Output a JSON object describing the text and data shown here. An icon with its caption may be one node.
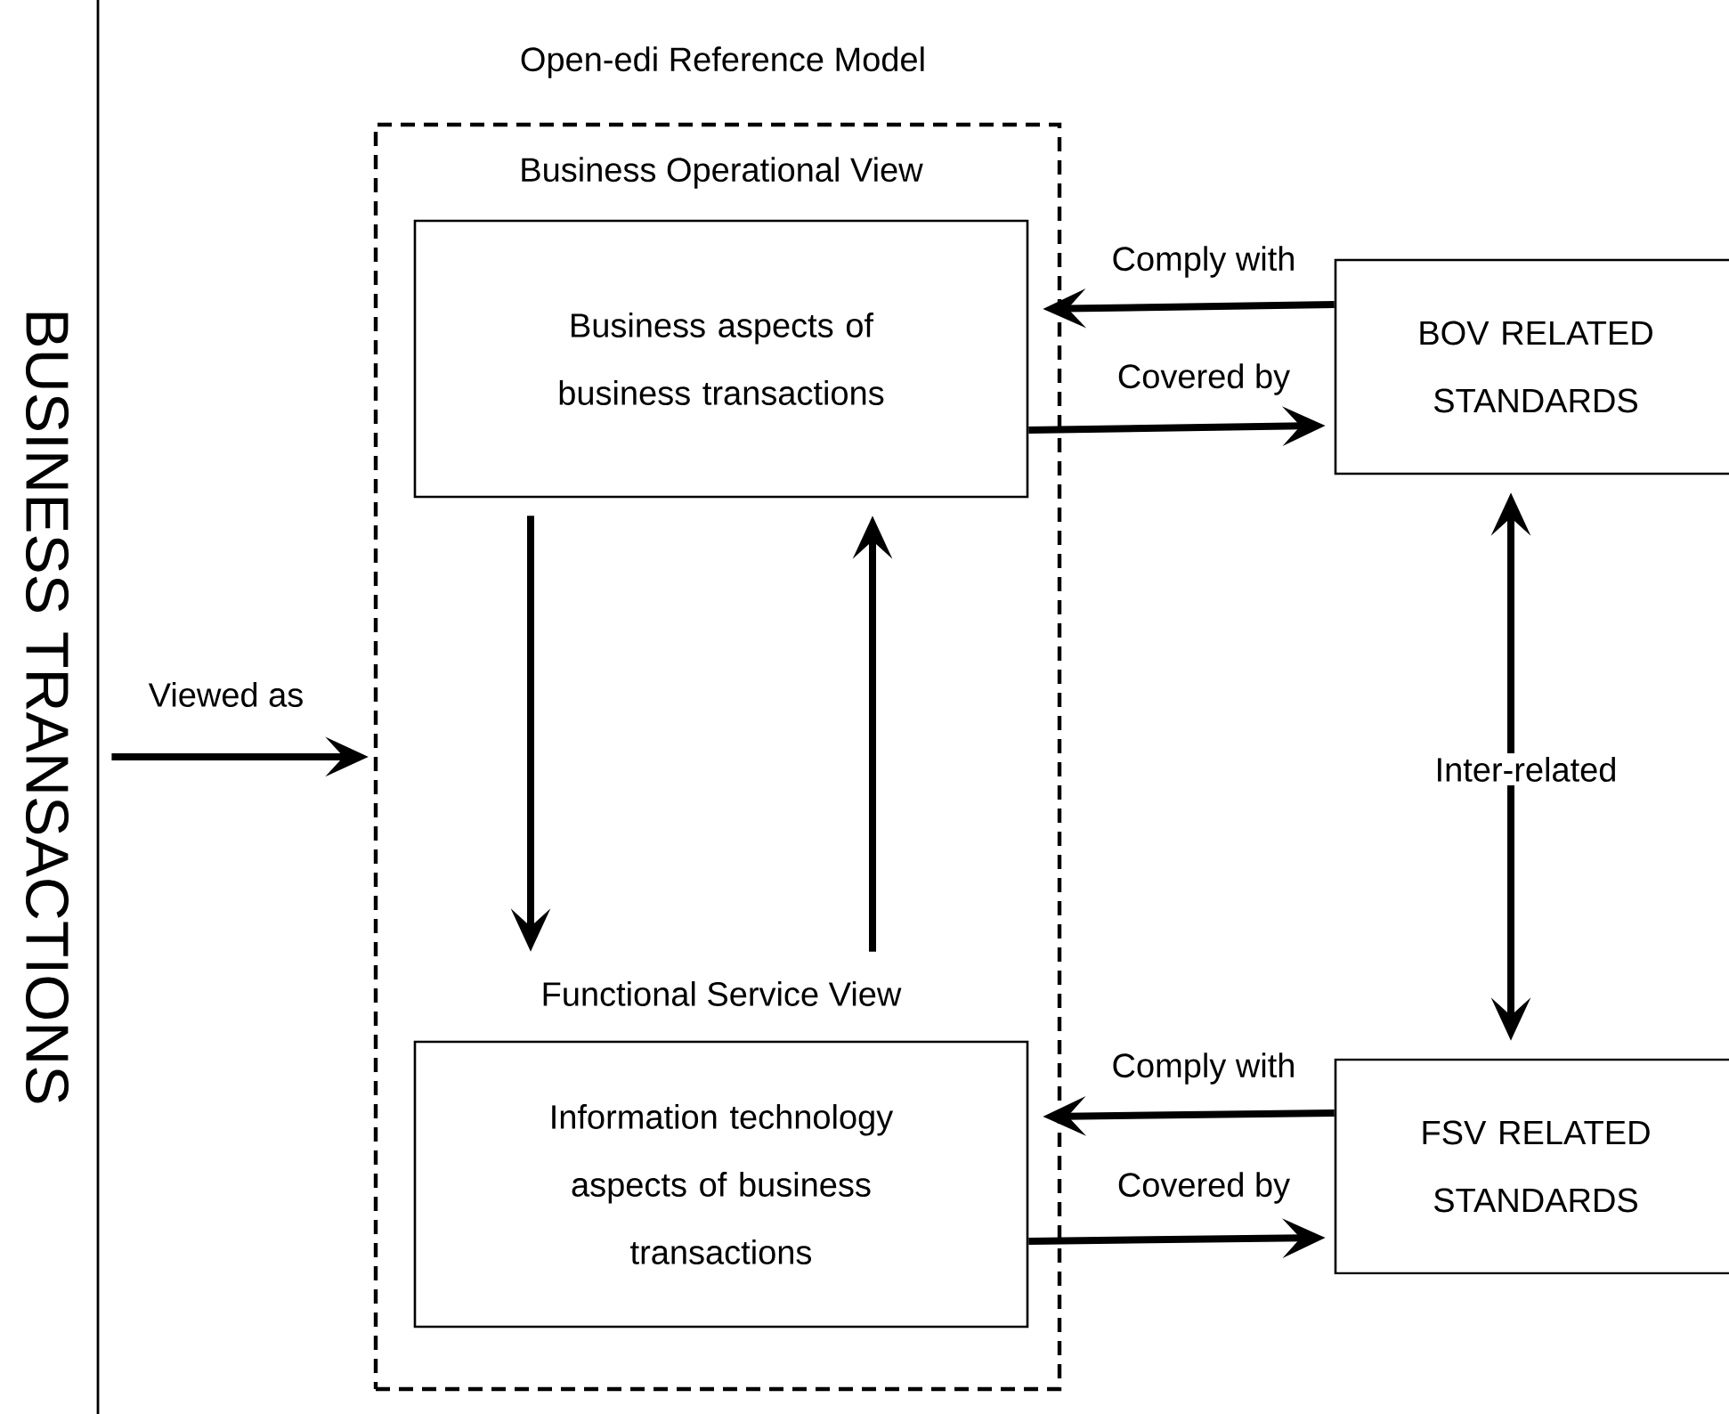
{
  "diagram": {
    "nodes": [
      {
        "text": [
          "BUSINESS TRANSACTIONS"
        ]
      },
      {
        "text": [
          "Open-edi Reference Model"
        ]
      },
      {
        "text": [
          "Business Operational View",
          "Business aspects of business transactions"
        ],
        "in": 1
      },
      {
        "text": [
          "Functional Service View",
          "Information technology aspects of business transactions"
        ],
        "in": 1
      },
      {
        "text": [
          "BOV RELATED STANDARDS"
        ]
      },
      {
        "text": [
          "FSV RELATED STANDARDS"
        ]
      }
    ],
    "edges": [
      {
        "from": 0,
        "to": 1,
        "arrow": "to",
        "label": "Viewed as"
      },
      {
        "from": 4,
        "to": 2,
        "arrow": "to",
        "label": "Comply with"
      },
      {
        "from": 2,
        "to": 4,
        "arrow": "to",
        "label": "Covered by"
      },
      {
        "from": 2,
        "to": 3,
        "arrow": "to"
      },
      {
        "from": 3,
        "to": 2,
        "arrow": "to"
      },
      {
        "from": 4,
        "to": 5,
        "arrow": "both",
        "label": "Inter-related"
      },
      {
        "from": 5,
        "to": 3,
        "arrow": "to",
        "label": "Comply with"
      },
      {
        "from": 3,
        "to": 5,
        "arrow": "to",
        "label": "Covered by"
      }
    ]
  }
}
